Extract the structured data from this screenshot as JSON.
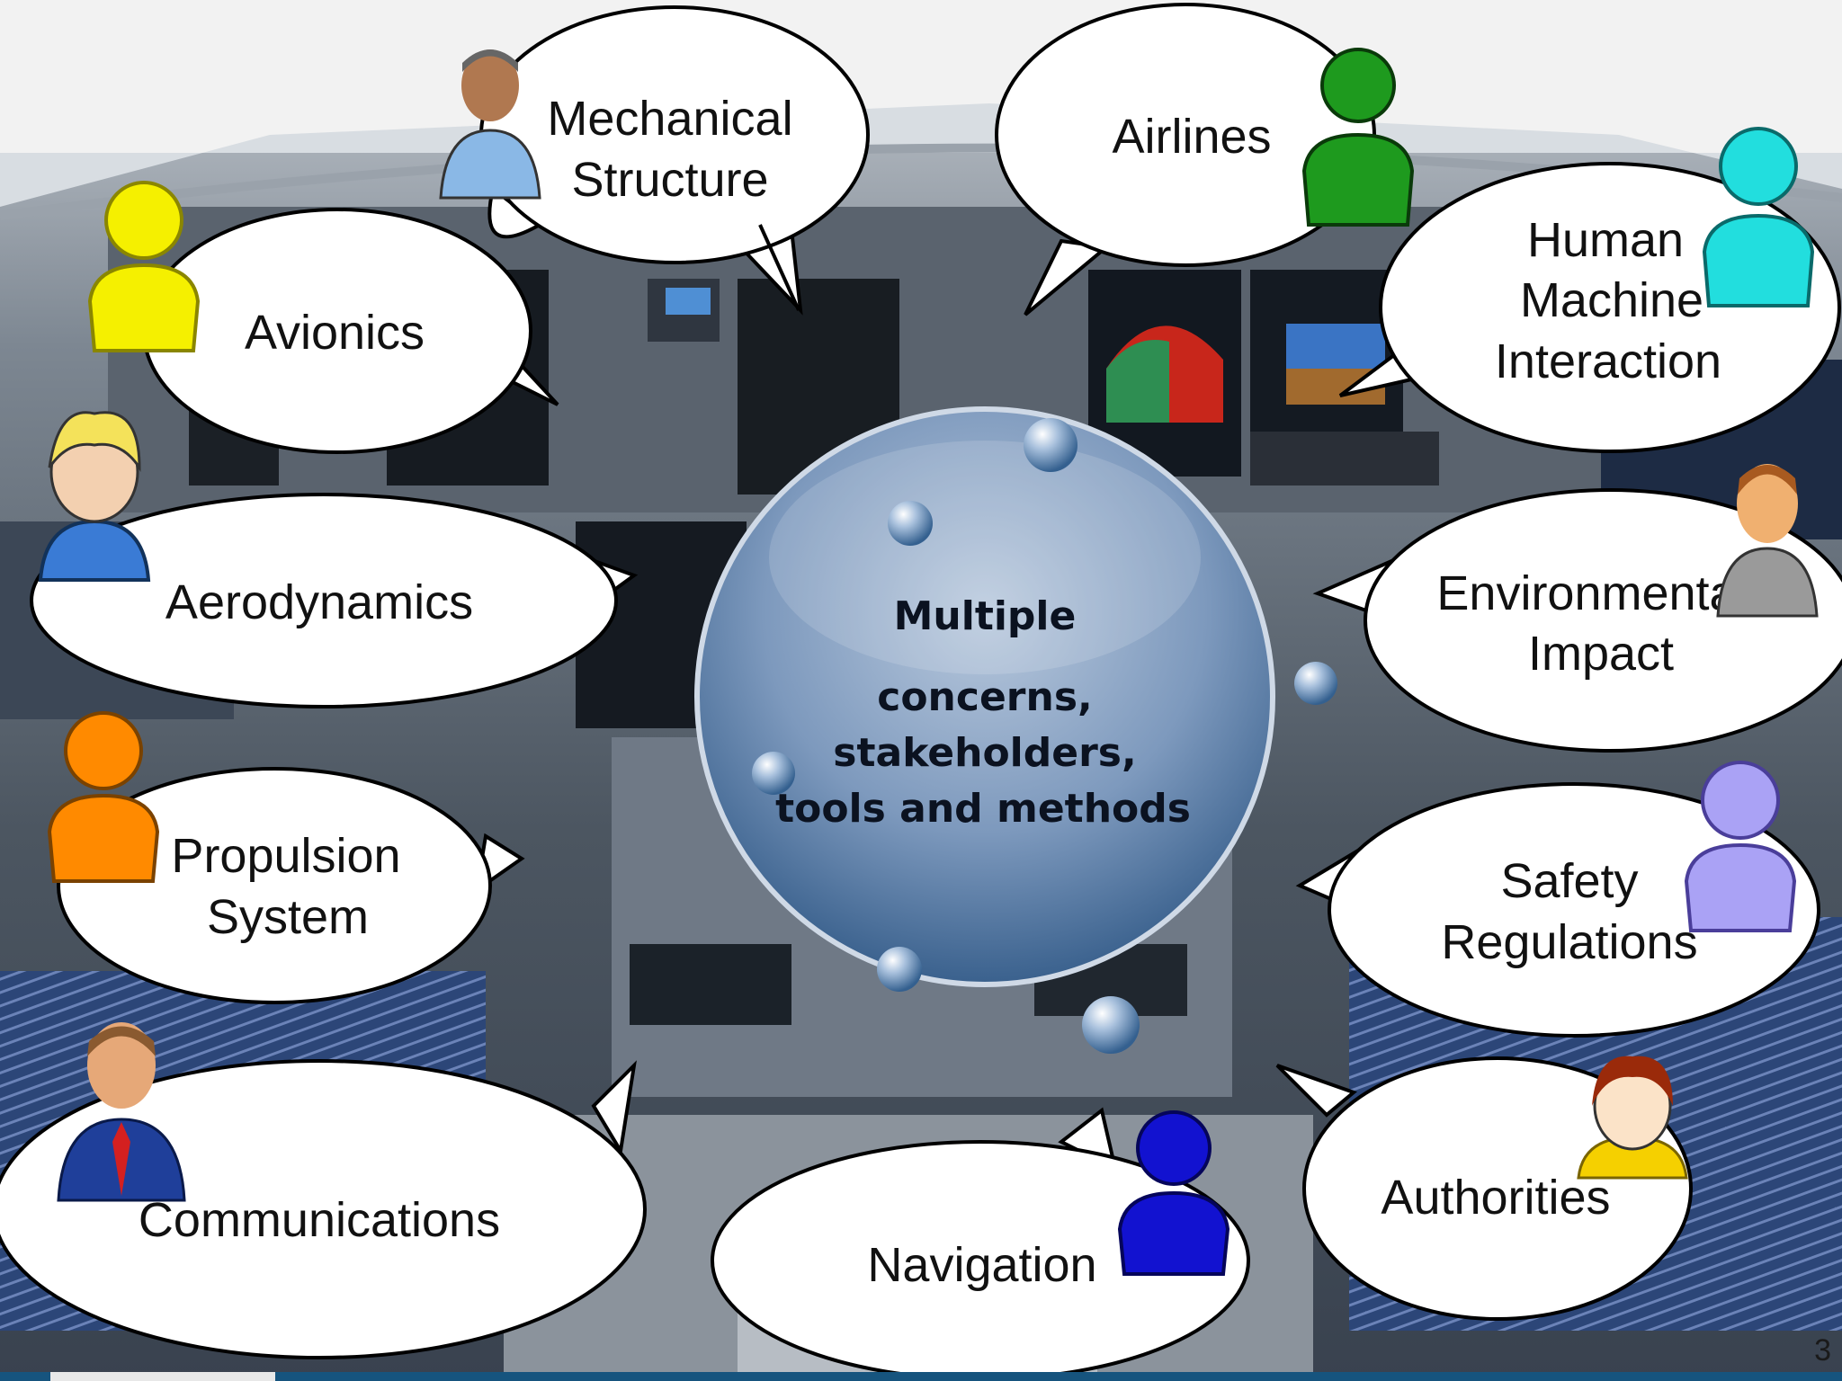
{
  "hub": {
    "title": "Multiple",
    "line1": "concerns,",
    "line2": "stakeholders,",
    "line3": "tools and methods"
  },
  "bubbles": {
    "mechanical": {
      "line1": "Mechanical",
      "line2": "Structure"
    },
    "airlines": {
      "label": "Airlines"
    },
    "avionics": {
      "label": "Avionics"
    },
    "hmi": {
      "line1": "Human",
      "line2": "Machine",
      "line3": "Interaction"
    },
    "aerodynamics": {
      "label": "Aerodynamics"
    },
    "environmental": {
      "line1": "Environmental",
      "line2": "Impact"
    },
    "propulsion": {
      "line1": "Propulsion",
      "line2": "System"
    },
    "safety": {
      "line1": "Safety",
      "line2": "Regulations"
    },
    "communications": {
      "label": "Communications"
    },
    "navigation": {
      "label": "Navigation"
    },
    "authorities": {
      "label": "Authorities"
    }
  },
  "page_number": "3",
  "colors": {
    "avionics_person": "#f5f000",
    "aerodynamics_person": "#3a7bd5",
    "propulsion_person": "#ff8a00",
    "airlines_person": "#1e9a1e",
    "hmi_person": "#22dede",
    "safety_person": "#aaa2f5",
    "navigation_person": "#1212d0",
    "hub_fill": "#7e9bc0",
    "bottom_bar": "#16547e"
  }
}
